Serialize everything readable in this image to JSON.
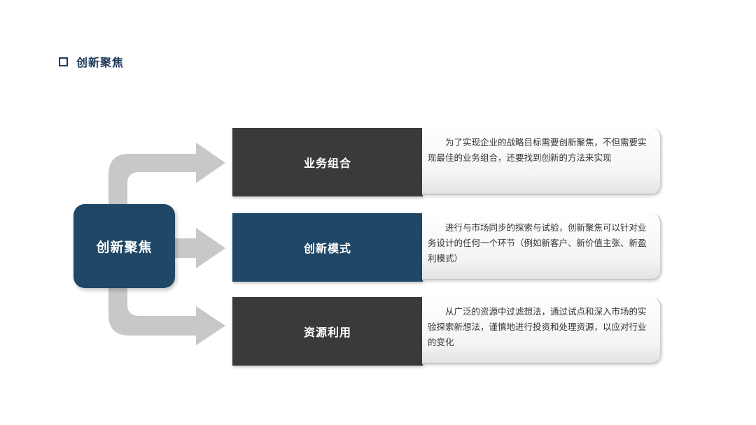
{
  "header": {
    "title": "创新聚焦"
  },
  "center_node": {
    "label": "创新聚焦"
  },
  "items": [
    {
      "label": "业务组合",
      "description": "为了实现企业的战略目标需要创新聚焦，不但需要实现最佳的业务组合，还要找到创新的方法来实现",
      "style": "dark"
    },
    {
      "label": "创新模式",
      "description": "进行与市场同步的探索与试验，创新聚焦可以针对业务设计的任何一个环节（例如新客户、新价值主张、新盈利模式）",
      "style": "blue"
    },
    {
      "label": "资源利用",
      "description": "从广泛的资源中过滤想法，通过试点和深入市场的实验探索新想法，谨慎地进行投资和处理资源，以应对行业的变化",
      "style": "dark"
    }
  ],
  "colors": {
    "navy": "#1f4766",
    "dark_gray": "#3a3a3a",
    "arrow_gray": "#c8c8c8"
  }
}
